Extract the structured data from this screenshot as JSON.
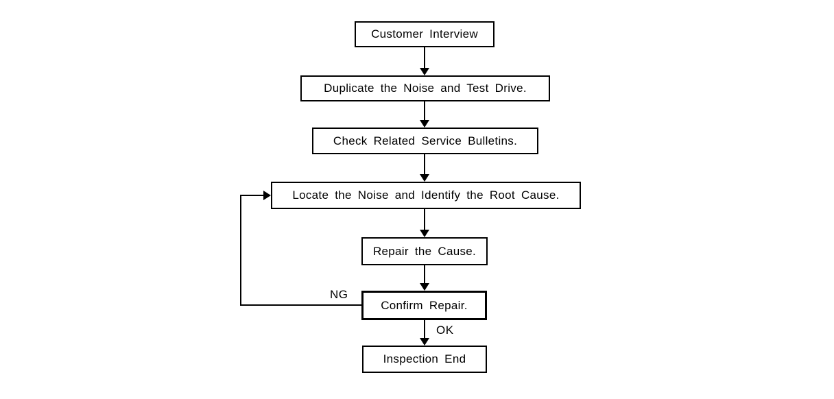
{
  "diagram": {
    "type": "flowchart",
    "nodes": [
      {
        "id": "customer-interview",
        "label": "Customer Interview"
      },
      {
        "id": "duplicate-noise",
        "label": "Duplicate the Noise and Test Drive."
      },
      {
        "id": "check-bulletins",
        "label": "Check Related Service Bulletins."
      },
      {
        "id": "locate-noise",
        "label": "Locate the Noise and Identify the Root Cause."
      },
      {
        "id": "repair-cause",
        "label": "Repair the Cause."
      },
      {
        "id": "confirm-repair",
        "label": "Confirm Repair."
      },
      {
        "id": "inspection-end",
        "label": "Inspection End"
      }
    ],
    "edges": [
      {
        "from": "customer-interview",
        "to": "duplicate-noise"
      },
      {
        "from": "duplicate-noise",
        "to": "check-bulletins"
      },
      {
        "from": "check-bulletins",
        "to": "locate-noise"
      },
      {
        "from": "locate-noise",
        "to": "repair-cause"
      },
      {
        "from": "repair-cause",
        "to": "confirm-repair"
      },
      {
        "from": "confirm-repair",
        "to": "inspection-end",
        "label": "OK"
      },
      {
        "from": "confirm-repair",
        "to": "locate-noise",
        "label": "NG"
      }
    ],
    "edge_labels": {
      "ng": "NG",
      "ok": "OK"
    },
    "colors": {
      "line": "#000000",
      "background": "#ffffff",
      "box_fill": "#ffffff"
    }
  }
}
